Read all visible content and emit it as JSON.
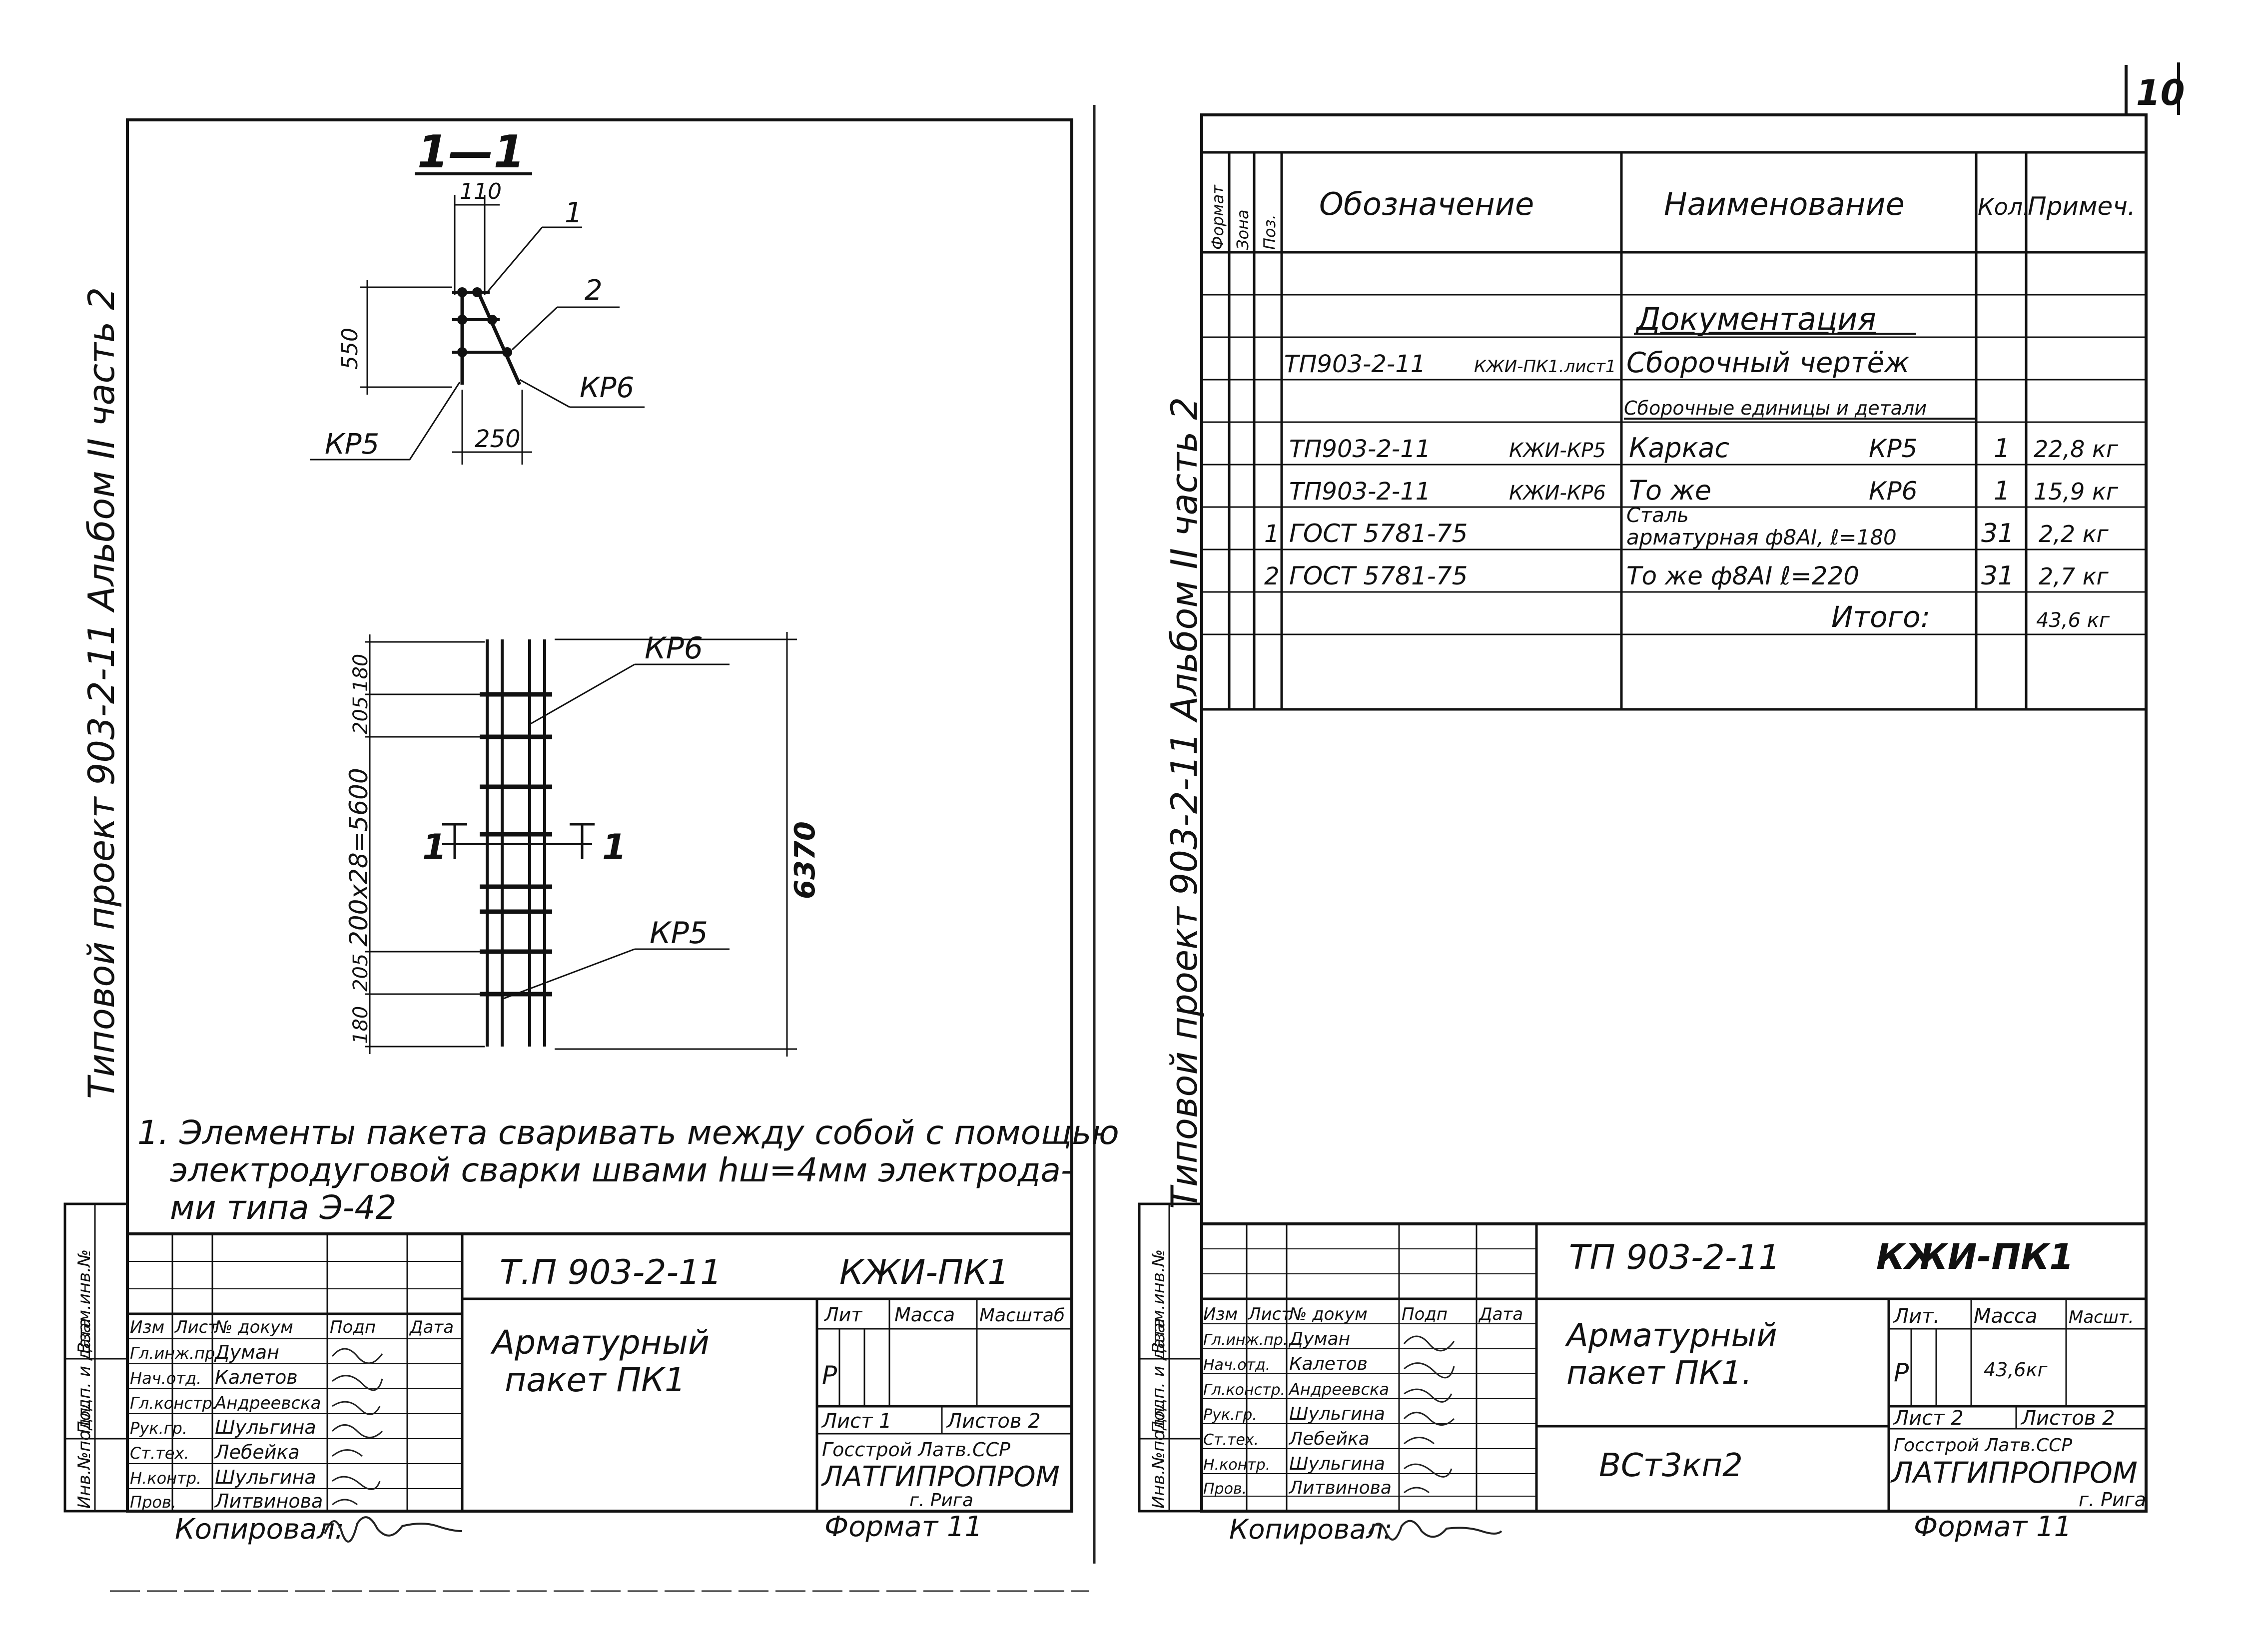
{
  "page_number": "10",
  "left_sheet": {
    "binding_text": "Типовой проект 903-2-11   Альбом II часть 2",
    "section_title": "1—1",
    "section_dims": {
      "width_top": "110",
      "height": "550",
      "width_bottom": "250"
    },
    "section_labels": {
      "pos1": "1",
      "pos2": "2",
      "kr6": "КР6",
      "kr5": "КР5"
    },
    "elevation": {
      "dim_top": "180",
      "dim_top2": "205",
      "dim_middle": "200х28=5600",
      "dim_bottom2": "205",
      "dim_bottom": "180",
      "dim_total": "6370",
      "cut_left": "1",
      "cut_right": "1",
      "label_kr6": "КР6",
      "label_kr5": "КР5"
    },
    "note_lines": [
      "1. Элементы пакета сваривать между собой с помощью",
      "электродуговой сварки швами hш=4мм электрода-",
      "ми типа Э-42"
    ],
    "side_stamp": [
      "Инв.№подл.",
      "Подп. и дата",
      "Взам.инв.№"
    ],
    "title_block": {
      "project_code": "Т.П 903-2-11",
      "doc_code": "КЖИ-ПК1",
      "column_headers": [
        "Изм",
        "Лист",
        "№ докум",
        "Подп",
        "Дата"
      ],
      "staff": [
        {
          "role": "Гл.инж.пр.",
          "name": "Думан"
        },
        {
          "role": "Нач.отд.",
          "name": "Калетов"
        },
        {
          "role": "Гл.констр.",
          "name": "Андреевска"
        },
        {
          "role": "Рук.гр.",
          "name": "Шульгина"
        },
        {
          "role": "Ст.тех.",
          "name": "Лебейка"
        },
        {
          "role": "Н.контр.",
          "name": "Шульгина"
        },
        {
          "role": "Пров.",
          "name": "Литвинова"
        }
      ],
      "title": [
        "Арматурный",
        "пакет  ПК1"
      ],
      "lit_header": "Лит",
      "mass_header": "Масса",
      "scale_header": "Масштаб",
      "lit_value": "Р",
      "mass_value": "",
      "sheet": "Лист 1",
      "sheets": "Листов 2",
      "org_line1": "Госстрой Латв.ССР",
      "org_line2": "ЛАТГИПРОПРОМ",
      "org_line3": "г. Рига"
    },
    "copied_by": "Копировал:",
    "format": "Формат 11"
  },
  "right_sheet": {
    "binding_text": "Типовой проект 903-2-11   Альбом II часть 2",
    "spec_headers": {
      "format": "Формат",
      "zone": "Зона",
      "pos": "Поз.",
      "designation": "Обозначение",
      "name": "Наименование",
      "qty": "Кол.",
      "note": "Примеч."
    },
    "spec_rows": [
      {
        "format": "",
        "zone": "",
        "pos": "",
        "designation": "",
        "designation_tail": "",
        "name": "",
        "name_tail": "",
        "qty": "",
        "note": ""
      },
      {
        "format": "",
        "zone": "",
        "pos": "",
        "designation": "",
        "designation_tail": "",
        "name": "Документация",
        "name_tail": "",
        "qty": "",
        "note": ""
      },
      {
        "format": "",
        "zone": "",
        "pos": "",
        "designation": "ТП903-2-11",
        "designation_tail": "КЖИ-ПК1.лист1",
        "name": "Сборочный  чертёж",
        "name_tail": "",
        "qty": "",
        "note": ""
      },
      {
        "format": "",
        "zone": "",
        "pos": "",
        "designation": "",
        "designation_tail": "",
        "name": "Сборочные единицы и детали",
        "name_tail": "",
        "qty": "",
        "note": ""
      },
      {
        "format": "",
        "zone": "",
        "pos": "",
        "designation": "ТП903-2-11",
        "designation_tail": "КЖИ-КР5",
        "name": "Каркас",
        "name_tail": "КР5",
        "qty": "1",
        "note": "22,8 кг"
      },
      {
        "format": "",
        "zone": "",
        "pos": "",
        "designation": "ТП903-2-11",
        "designation_tail": "КЖИ-КР6",
        "name": "То же",
        "name_tail": "КР6",
        "qty": "1",
        "note": "15,9 кг"
      },
      {
        "format": "",
        "zone": "",
        "pos": "1",
        "designation": "ГОСТ 5781-75",
        "designation_tail": "",
        "name": "Сталь",
        "name_line2": "арматурная ф8АI, ℓ=180",
        "name_tail": "",
        "qty": "31",
        "note": "2,2 кг"
      },
      {
        "format": "",
        "zone": "",
        "pos": "2",
        "designation": "ГОСТ  5781-75",
        "designation_tail": "",
        "name": "То же    ф8АI   ℓ=220",
        "name_tail": "",
        "qty": "31",
        "note": "2,7 кг"
      },
      {
        "format": "",
        "zone": "",
        "pos": "",
        "designation": "",
        "designation_tail": "",
        "name": "",
        "name_tail": "Итого:",
        "qty": "",
        "note": "43,6 кг"
      },
      {
        "format": "",
        "zone": "",
        "pos": "",
        "designation": "",
        "designation_tail": "",
        "name": "",
        "name_tail": "",
        "qty": "",
        "note": ""
      }
    ],
    "side_stamp": [
      "Инв.№подл.",
      "Подп. и дата",
      "Взам.инв.№"
    ],
    "title_block": {
      "project_code": "ТП 903-2-11",
      "doc_code": "КЖИ-ПК1",
      "column_headers": [
        "Изм",
        "Лист",
        "№ докум",
        "Подп",
        "Дата"
      ],
      "staff": [
        {
          "role": "Гл.инж.пр.",
          "name": "Думан"
        },
        {
          "role": "Нач.отд.",
          "name": "Калетов"
        },
        {
          "role": "Гл.констр.",
          "name": "Андреевска"
        },
        {
          "role": "Рук.гр.",
          "name": "Шульгина"
        },
        {
          "role": "Ст.тех.",
          "name": "Лебейка"
        },
        {
          "role": "Н.контр.",
          "name": "Шульгина"
        },
        {
          "role": "Пров.",
          "name": "Литвинова"
        }
      ],
      "title": [
        "Арматурный",
        "пакет  ПК1."
      ],
      "material": "ВСт3кп2",
      "lit_header": "Лит.",
      "mass_header": "Масса",
      "scale_header": "Масшт.",
      "lit_value": "Р",
      "mass_value": "43,6кг",
      "sheet": "Лист 2",
      "sheets": "Листов 2",
      "org_line1": "Госстрой Латв.ССР",
      "org_line2": "ЛАТГИПРОПРОМ",
      "org_line3": "г. Рига"
    },
    "copied_by": "Копировал:",
    "format": "Формат 11"
  }
}
